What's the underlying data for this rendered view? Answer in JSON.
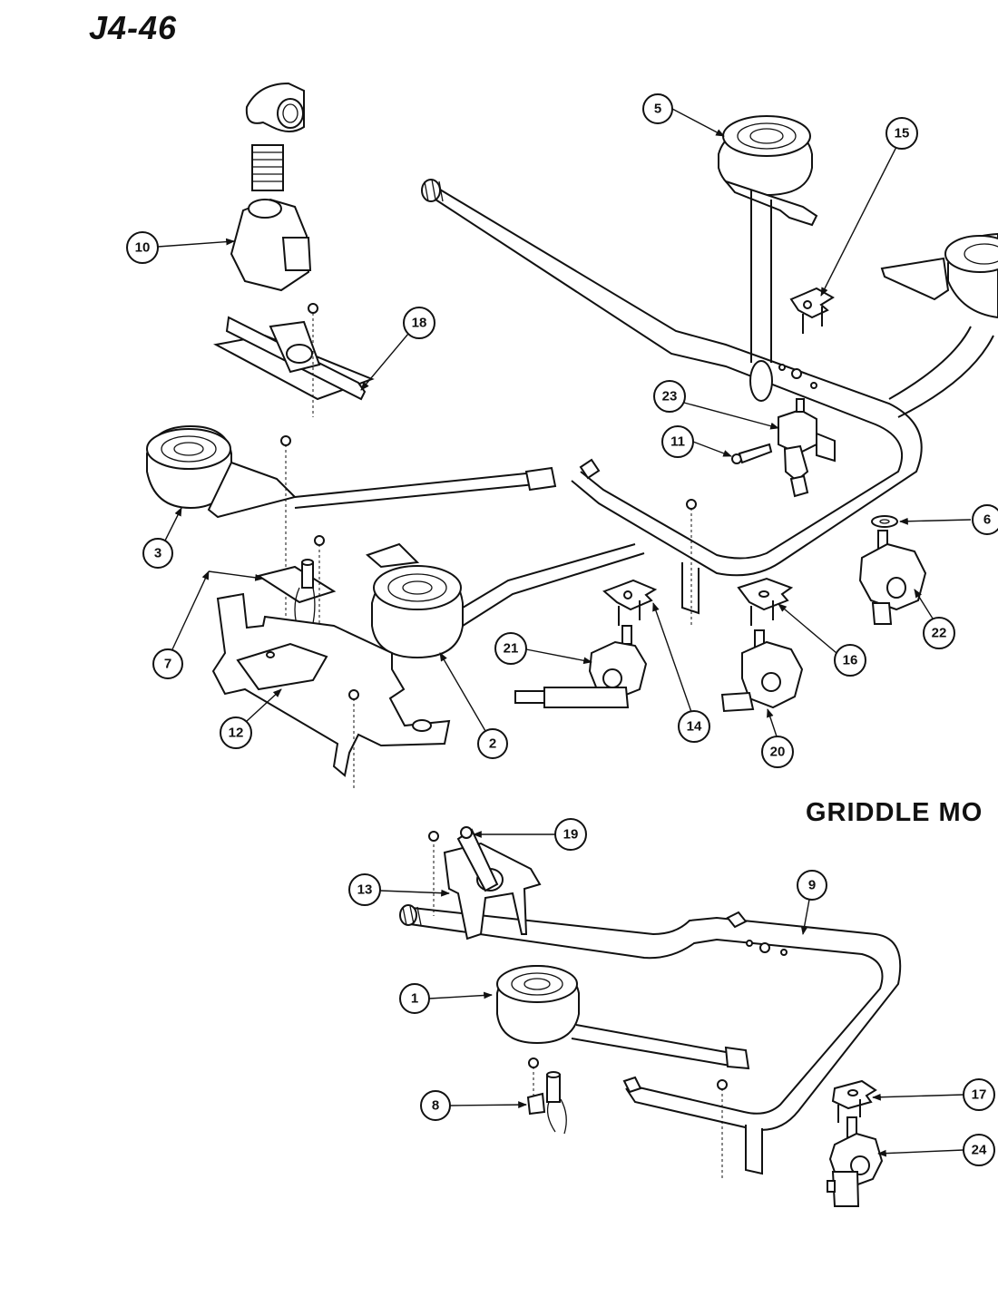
{
  "page": {
    "code": "J4-46",
    "section_title": "GRIDDLE MO"
  },
  "callouts": [
    {
      "number": "1"
    },
    {
      "number": "2"
    },
    {
      "number": "3"
    },
    {
      "number": "5"
    },
    {
      "number": "6"
    },
    {
      "number": "7"
    },
    {
      "number": "8"
    },
    {
      "number": "9"
    },
    {
      "number": "10"
    },
    {
      "number": "11"
    },
    {
      "number": "12"
    },
    {
      "number": "13"
    },
    {
      "number": "14"
    },
    {
      "number": "15"
    },
    {
      "number": "16"
    },
    {
      "number": "17"
    },
    {
      "number": "18"
    },
    {
      "number": "19"
    },
    {
      "number": "20"
    },
    {
      "number": "21"
    },
    {
      "number": "22"
    },
    {
      "number": "23"
    },
    {
      "number": "24"
    }
  ]
}
